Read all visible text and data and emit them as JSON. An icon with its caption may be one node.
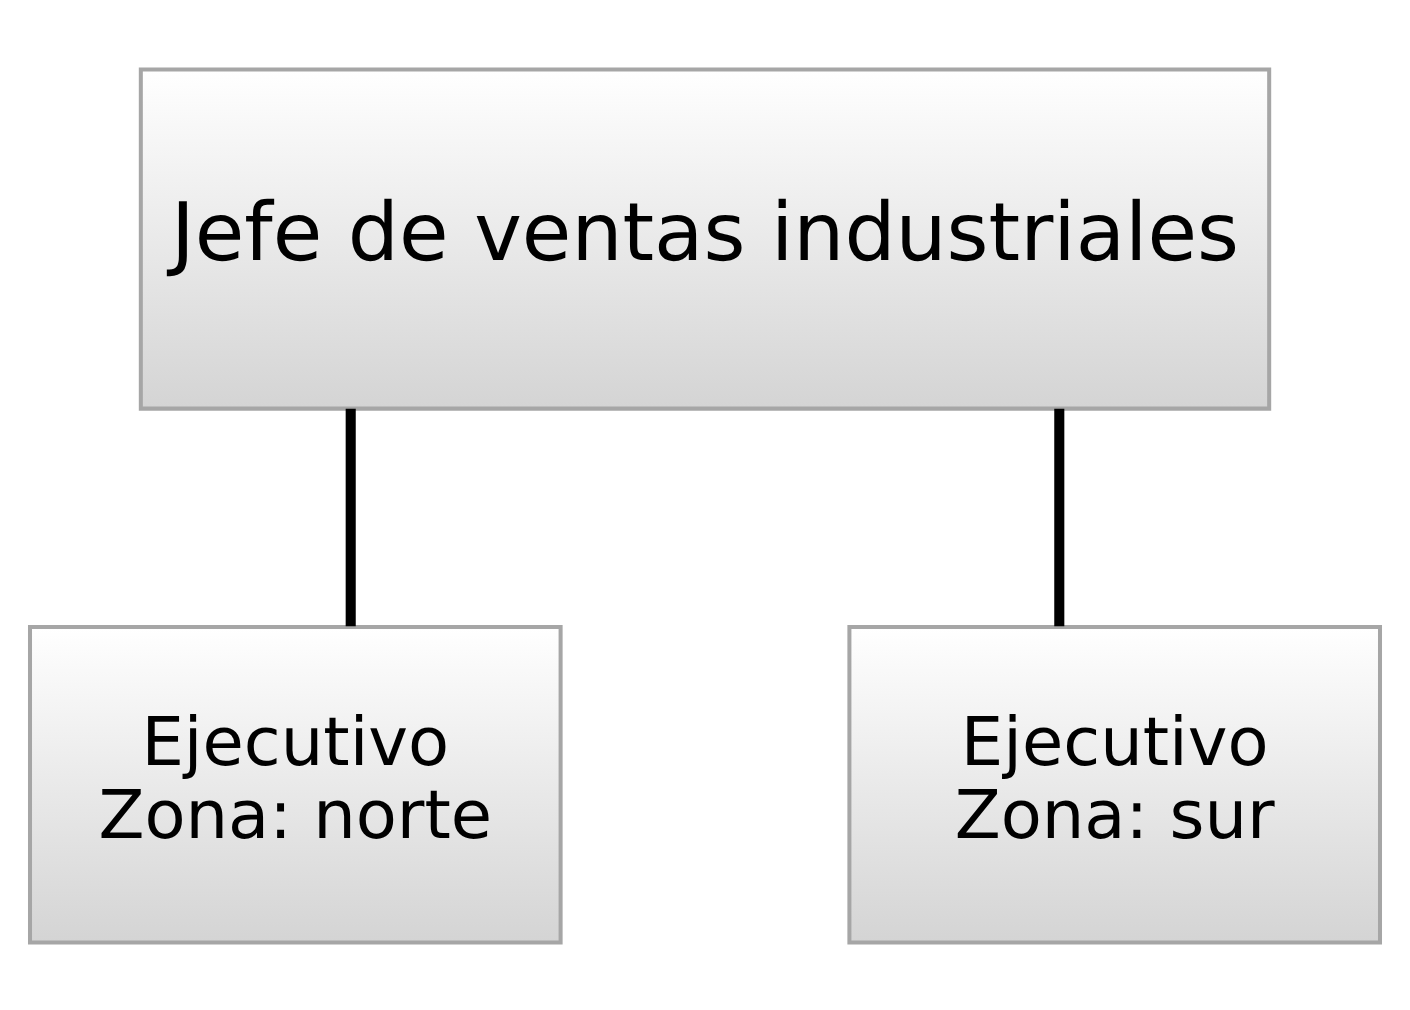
{
  "diagram": {
    "nodes": [
      {
        "text": [
          "Jefe de ventas industriales"
        ]
      },
      {
        "text": [
          "Ejecutivo",
          "Zona: norte"
        ]
      },
      {
        "text": [
          "Ejecutivo",
          "Zona: sur"
        ]
      }
    ],
    "edges": [
      {
        "from": 0,
        "to": 1,
        "arrow": "none"
      },
      {
        "from": 0,
        "to": 2,
        "arrow": "none"
      }
    ]
  }
}
